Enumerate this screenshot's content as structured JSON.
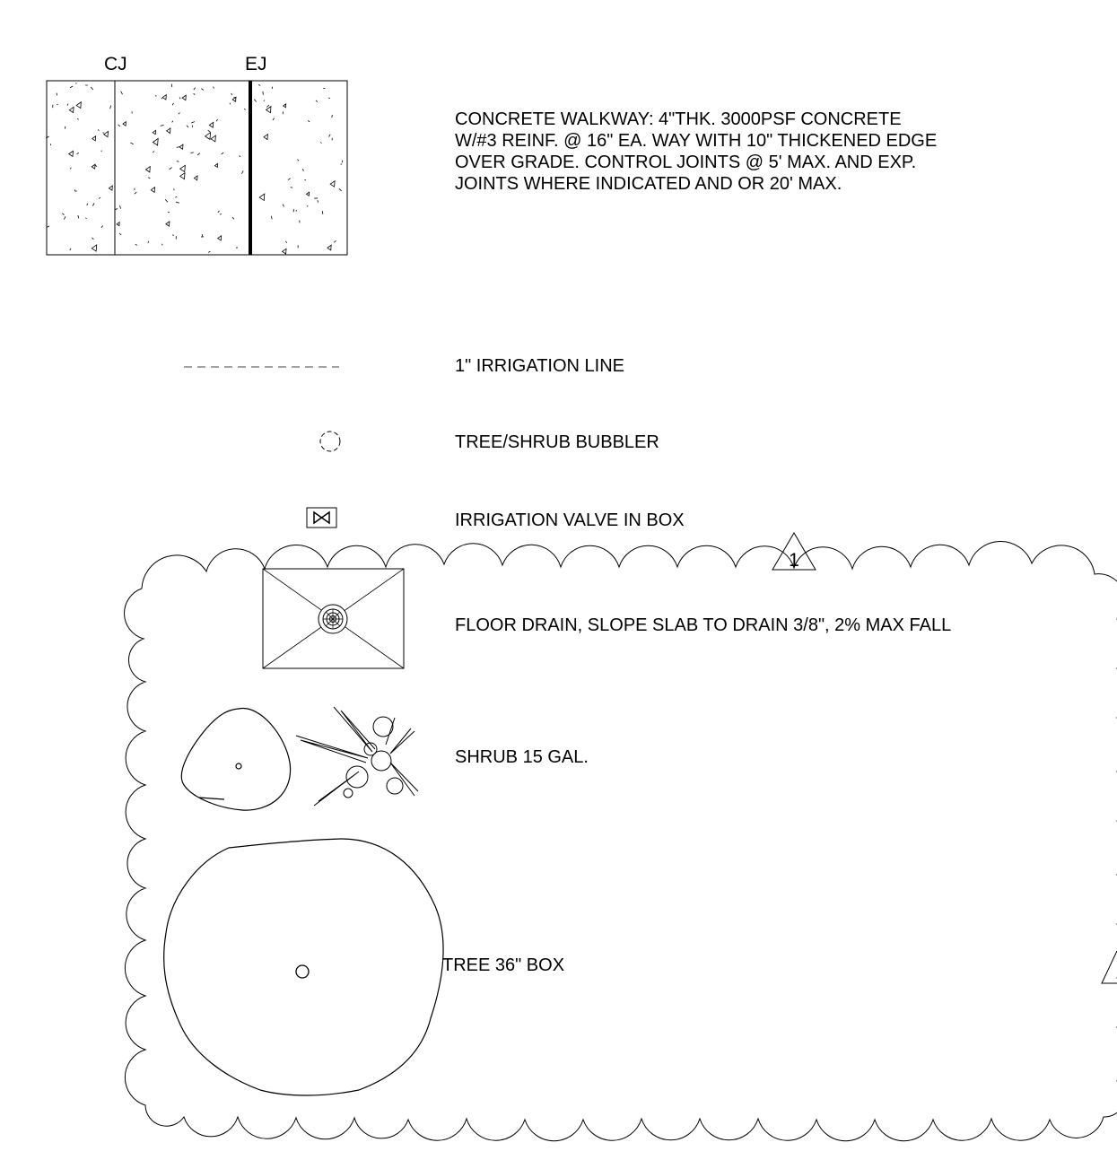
{
  "joint_labels": {
    "cj": "CJ",
    "ej": "EJ"
  },
  "legend": {
    "concrete_walkway": [
      "CONCRETE WALKWAY:  4\"THK. 3000PSF CONCRETE",
      "W/#3 REINF. @ 16\" EA. WAY WITH 10\" THICKENED EDGE",
      "OVER GRADE.  CONTROL JOINTS @ 5' MAX. AND EXP.",
      "JOINTS  WHERE INDICATED AND OR 20' MAX."
    ],
    "irrigation_line": "1\" IRRIGATION LINE",
    "bubbler": "TREE/SHRUB BUBBLER",
    "valve": "IRRIGATION VALVE IN BOX",
    "floor_drain": "FLOOR DRAIN, SLOPE SLAB TO DRAIN 3/8\", 2% MAX FALL",
    "shrub": "SHRUB 15 GAL.",
    "tree": "TREE 36\" BOX"
  },
  "revision": {
    "number": "1"
  },
  "symbols": {
    "concrete": "concrete-hatch-icon",
    "irrigation_line": "dashed-line-icon",
    "bubbler": "dashed-circle-icon",
    "valve": "bowtie-valve-icon",
    "floor_drain": "floor-drain-icon",
    "shrub": "shrub-icon",
    "tree": "tree-canopy-icon",
    "revision_cloud": "revision-cloud-icon",
    "revision_tag": "revision-triangle-icon"
  }
}
